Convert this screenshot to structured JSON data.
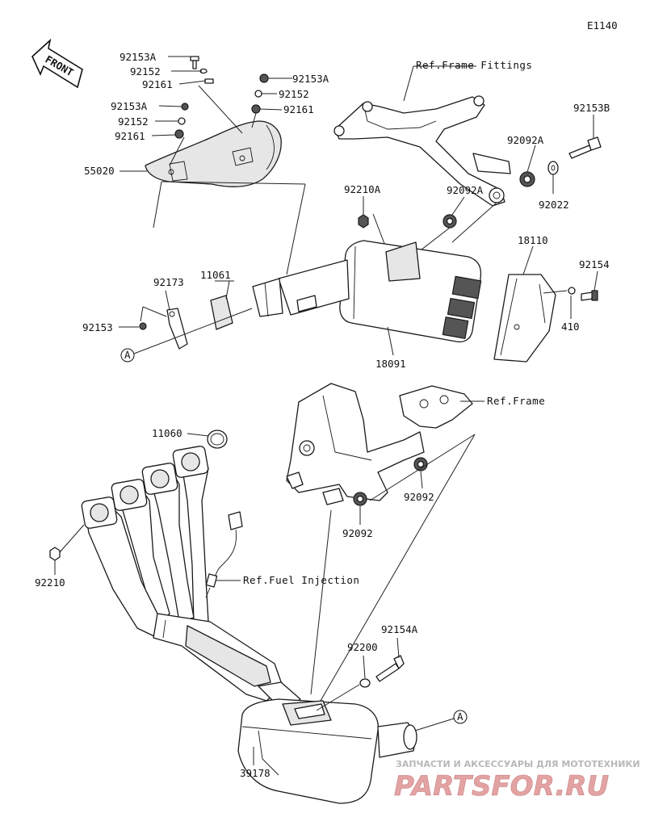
{
  "diagram_code": "E1140",
  "front_label": "FRONT",
  "references": {
    "frame_fittings": "Ref.Frame Fittings",
    "frame": "Ref.Frame",
    "fuel_injection": "Ref.Fuel Injection"
  },
  "callout_marker": "A",
  "parts": {
    "p92153A_1": "92153A",
    "p92152_1": "92152",
    "p92161_1": "92161",
    "p92153A_2": "92153A",
    "p92152_2": "92152",
    "p92161_2": "92161",
    "p92153A_3": "92153A",
    "p92152_3": "92152",
    "p92161_3": "92161",
    "p55020": "55020",
    "p92153B": "92153B",
    "p92092A_1": "92092A",
    "p92092A_2": "92092A",
    "p92022": "92022",
    "p92210A": "92210A",
    "p18110": "18110",
    "p92154": "92154",
    "p410": "410",
    "p92173": "92173",
    "p11061": "11061",
    "p92153": "92153",
    "p18091": "18091",
    "p11060": "11060",
    "p92210": "92210",
    "p92092_1": "92092",
    "p92092_2": "92092",
    "p92200": "92200",
    "p92154A": "92154A",
    "p39178": "39178"
  },
  "watermark": {
    "tagline": "ЗАПЧАСТИ И АКСЕССУАРЫ ДЛЯ МОТОТЕХНИКИ",
    "brand": "PARTSFOR.RU"
  }
}
